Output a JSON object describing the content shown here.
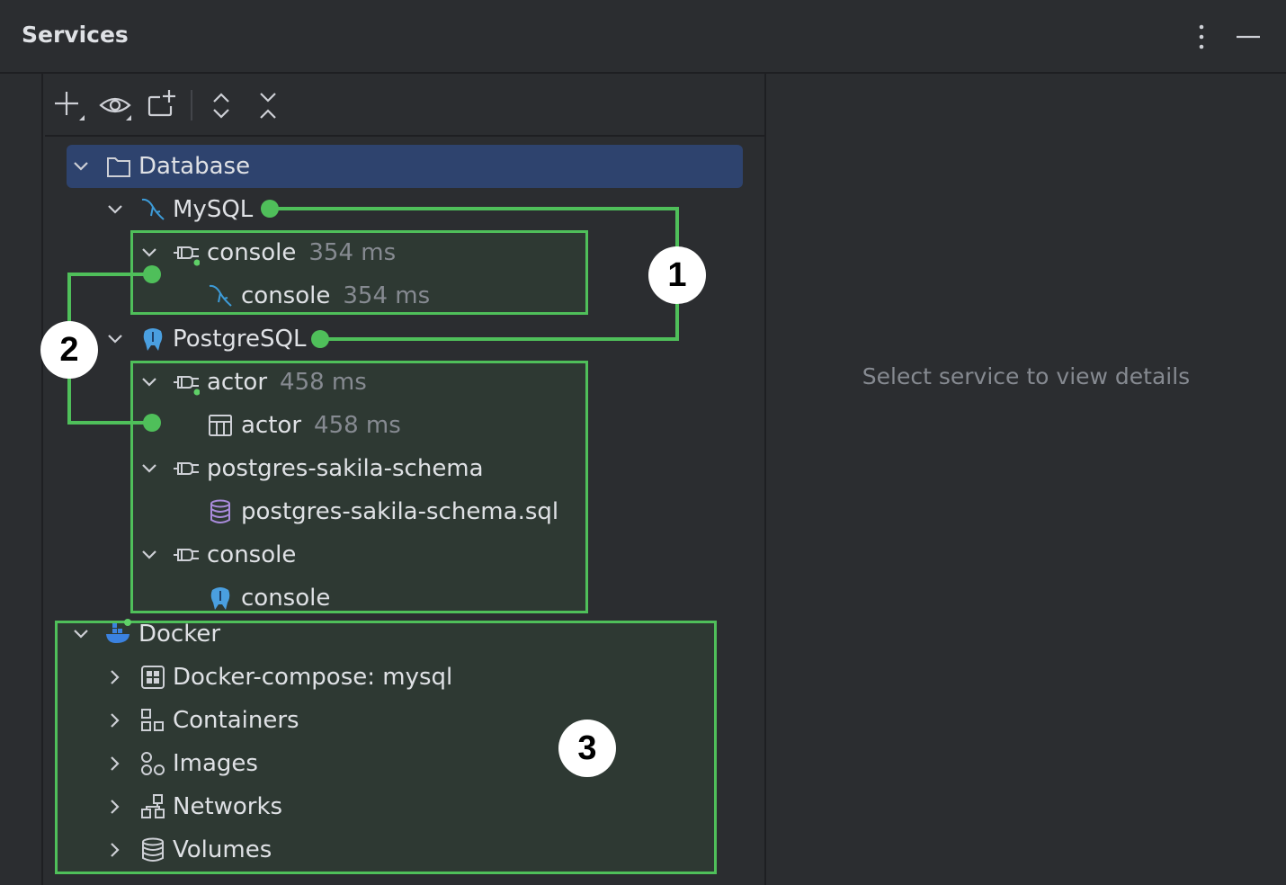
{
  "header": {
    "title": "Services"
  },
  "details": {
    "empty_text": "Select service to view details"
  },
  "tree": {
    "database": {
      "label": "Database"
    },
    "mysql": {
      "label": "MySQL"
    },
    "mysql_console": {
      "label": "console",
      "time": "354 ms"
    },
    "mysql_console_child": {
      "label": "console",
      "time": "354 ms"
    },
    "postgresql": {
      "label": "PostgreSQL"
    },
    "pg_actor": {
      "label": "actor",
      "time": "458 ms"
    },
    "pg_actor_child": {
      "label": "actor",
      "time": "458 ms"
    },
    "pg_schema": {
      "label": "postgres-sakila-schema"
    },
    "pg_schema_file": {
      "label": "postgres-sakila-schema.sql"
    },
    "pg_console": {
      "label": "console"
    },
    "pg_console_child": {
      "label": "console"
    },
    "docker": {
      "label": "Docker"
    },
    "docker_compose": {
      "label": "Docker-compose: mysql"
    },
    "containers": {
      "label": "Containers"
    },
    "images": {
      "label": "Images"
    },
    "networks": {
      "label": "Networks"
    },
    "volumes": {
      "label": "Volumes"
    }
  },
  "callouts": {
    "one": "1",
    "two": "2",
    "three": "3"
  },
  "colors": {
    "accent_green": "#4fbf5a",
    "selection": "#2e436e",
    "mysql_blue": "#3d9bd8",
    "postgres_blue": "#4a9fe0",
    "docker_blue": "#3b82e0",
    "db_purple": "#a98bdb"
  }
}
